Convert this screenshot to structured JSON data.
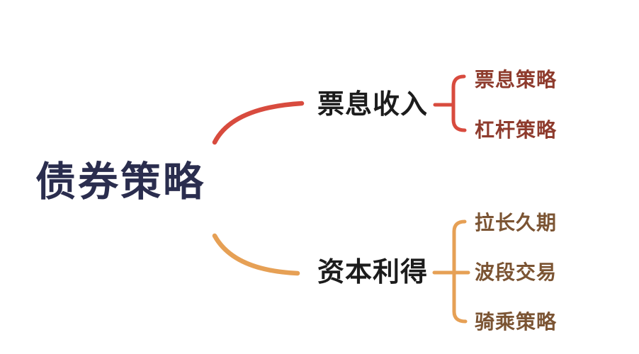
{
  "diagram": {
    "type": "mind-map",
    "root": {
      "label": "债券策略"
    },
    "branches": [
      {
        "label": "票息收入",
        "children": [
          {
            "label": "票息策略"
          },
          {
            "label": "杠杆策略"
          }
        ]
      },
      {
        "label": "资本利得",
        "children": [
          {
            "label": "拉长久期"
          },
          {
            "label": "波段交易"
          },
          {
            "label": "骑乘策略"
          }
        ]
      }
    ]
  },
  "colors": {
    "background": "#ffffff",
    "root_text": "#2a2d4e",
    "branch_text": "#1c1c1c",
    "coupon_line": "#d84b3e",
    "coupon_child_text": "#8e3b2d",
    "capital_line": "#e6a055",
    "capital_child_text": "#7b5433"
  }
}
